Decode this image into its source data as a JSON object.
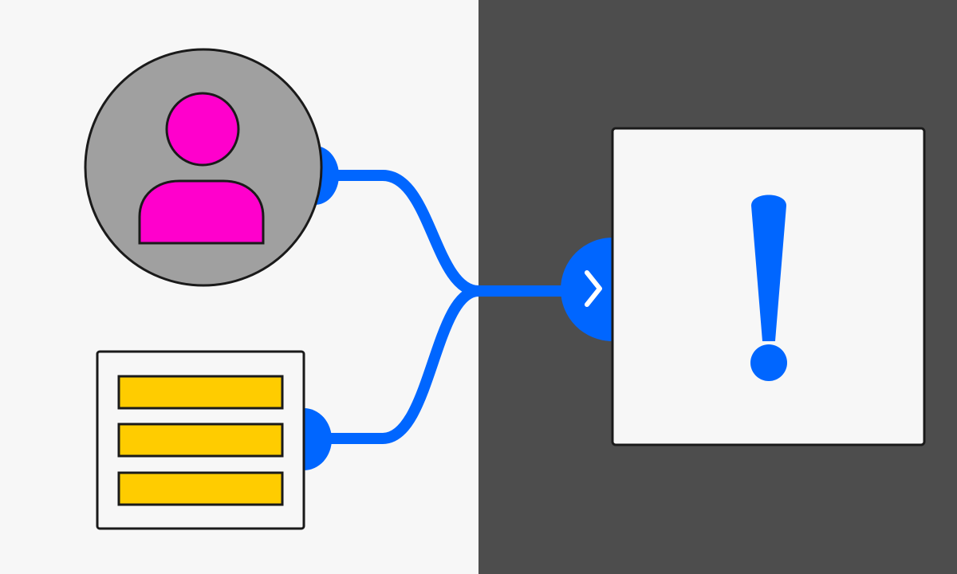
{
  "diagram": {
    "colors": {
      "left_panel": "#f7f7f7",
      "right_panel": "#4d4d4d",
      "connector": "#0066ff",
      "outline": "#1a1a1a",
      "avatar_fill": "#a0a0a0",
      "person": "#ff00cc",
      "list_bars": "#ffcc00",
      "card_fill": "#f7f7f7",
      "arrow_glyph": "#ffffff"
    },
    "nodes": [
      {
        "id": "user",
        "icon": "user-avatar-icon"
      },
      {
        "id": "list",
        "icon": "list-document-icon"
      },
      {
        "id": "alert",
        "icon": "exclamation-icon"
      }
    ],
    "edges": [
      {
        "from": "user",
        "to": "alert"
      },
      {
        "from": "list",
        "to": "alert"
      }
    ],
    "list_rows": 3
  }
}
